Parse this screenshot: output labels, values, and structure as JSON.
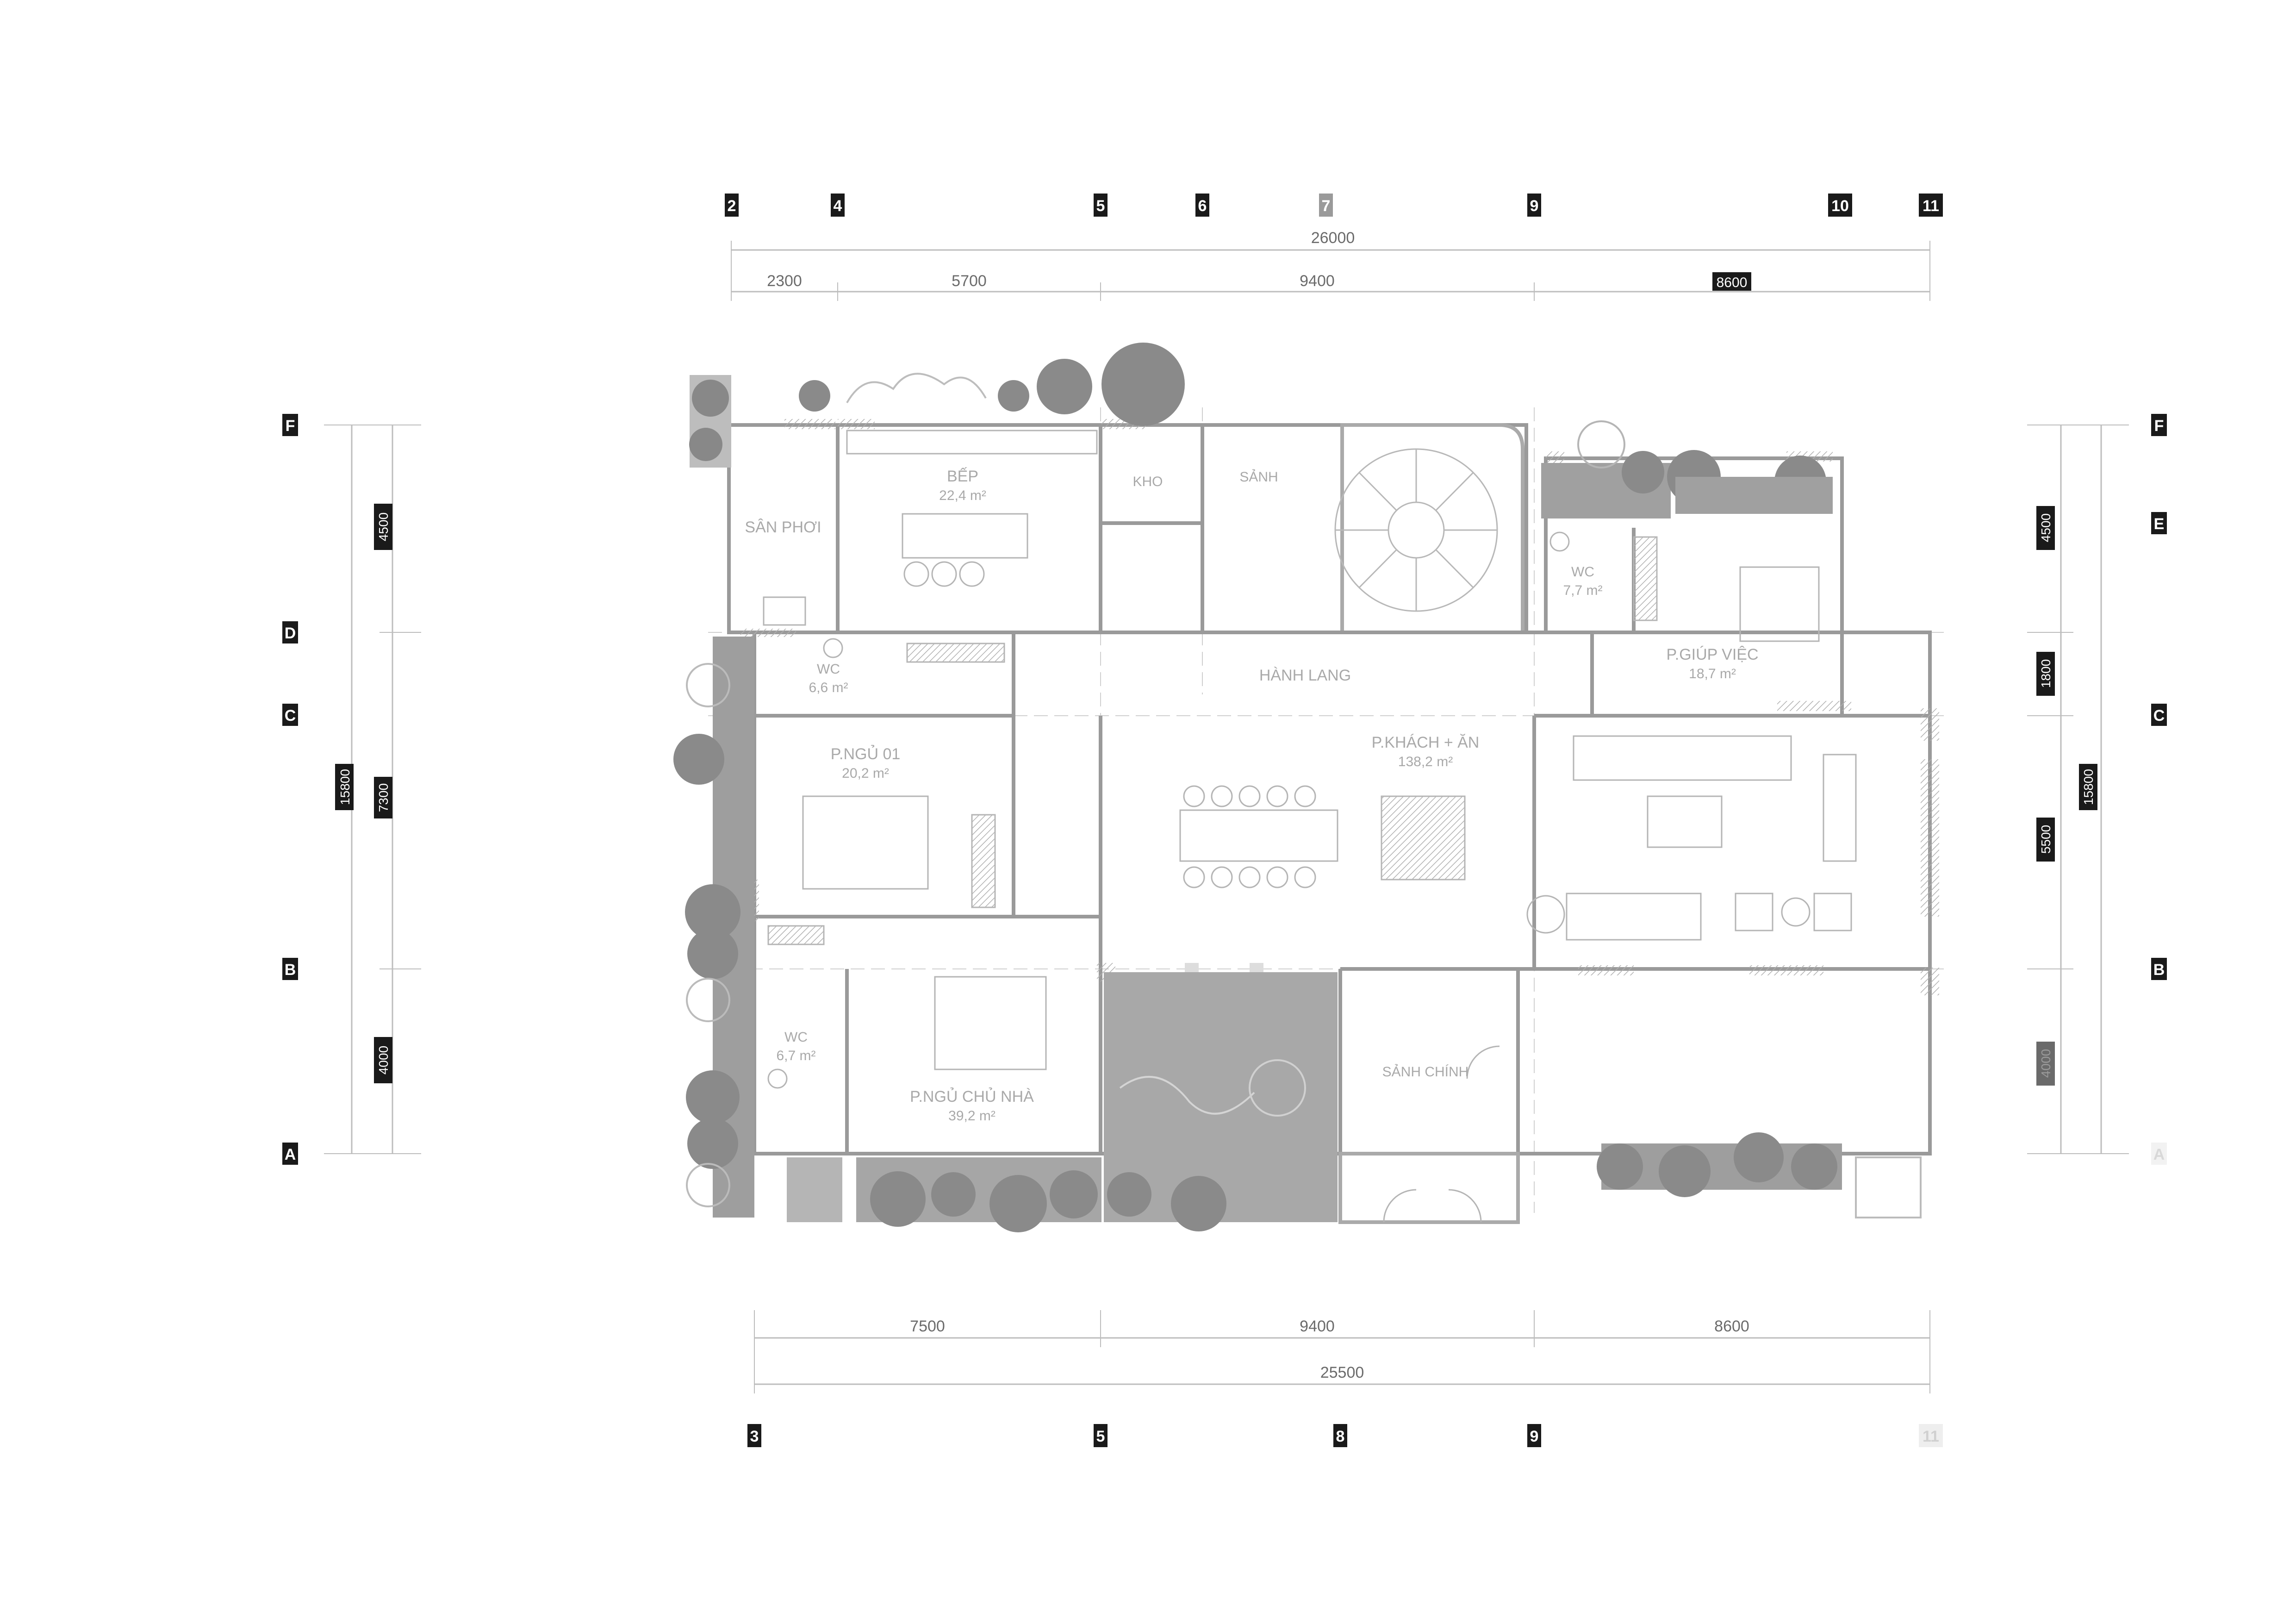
{
  "grid": {
    "top": [
      "2",
      "4",
      "5",
      "6",
      "7",
      "9",
      "10",
      "11"
    ],
    "bottom": [
      "3",
      "5",
      "8",
      "9",
      "11"
    ],
    "left": [
      "F",
      "D",
      "C",
      "B",
      "A"
    ],
    "right": [
      "F",
      "E",
      "C",
      "B",
      "A"
    ]
  },
  "dims": {
    "top_total": "26000",
    "top_segments": [
      "2300",
      "5700",
      "9400",
      "8600"
    ],
    "bottom_total": "25500",
    "bottom_segments": [
      "7500",
      "9400",
      "8600"
    ],
    "left_total": "15800",
    "left_segments": [
      "4500",
      "7300",
      "4000"
    ],
    "right_total": "15800",
    "right_segments": [
      "4500",
      "1800",
      "5500",
      "4000"
    ]
  },
  "rooms": {
    "san_phoi": {
      "name": "SÂN PHƠI"
    },
    "bep": {
      "name": "BẾP",
      "area": "22,4 m²"
    },
    "kho": {
      "name": "KHO"
    },
    "sanh": {
      "name": "SẢNH"
    },
    "hanh_lang": {
      "name": "HÀNH LANG"
    },
    "phong_khach": {
      "name": "P.KHÁCH + ĂN",
      "area": "138,2 m²"
    },
    "wc1": {
      "name": "WC",
      "area": "6,6 m²"
    },
    "p_phu": {
      "name": "P.NGỦ 01",
      "area": "20,2 m²"
    },
    "wc2": {
      "name": "WC",
      "area": "6,7 m²"
    },
    "p_chu_nha": {
      "name": "P.NGỦ CHỦ NHÀ",
      "area": "39,2 m²"
    },
    "wc3": {
      "name": "WC",
      "area": "7,7 m²"
    },
    "p_giup_viec": {
      "name": "P.GIÚP VIỆC",
      "area": "18,7 m²"
    },
    "san_chinh": {
      "name": "SẢNH CHÍNH"
    }
  },
  "colors": {
    "tag": "#1a1a1a",
    "line": "#bfbfbf",
    "wall": "#8c8c8c",
    "plant": "#8a8a8a",
    "dim": "#6b6b6b"
  }
}
